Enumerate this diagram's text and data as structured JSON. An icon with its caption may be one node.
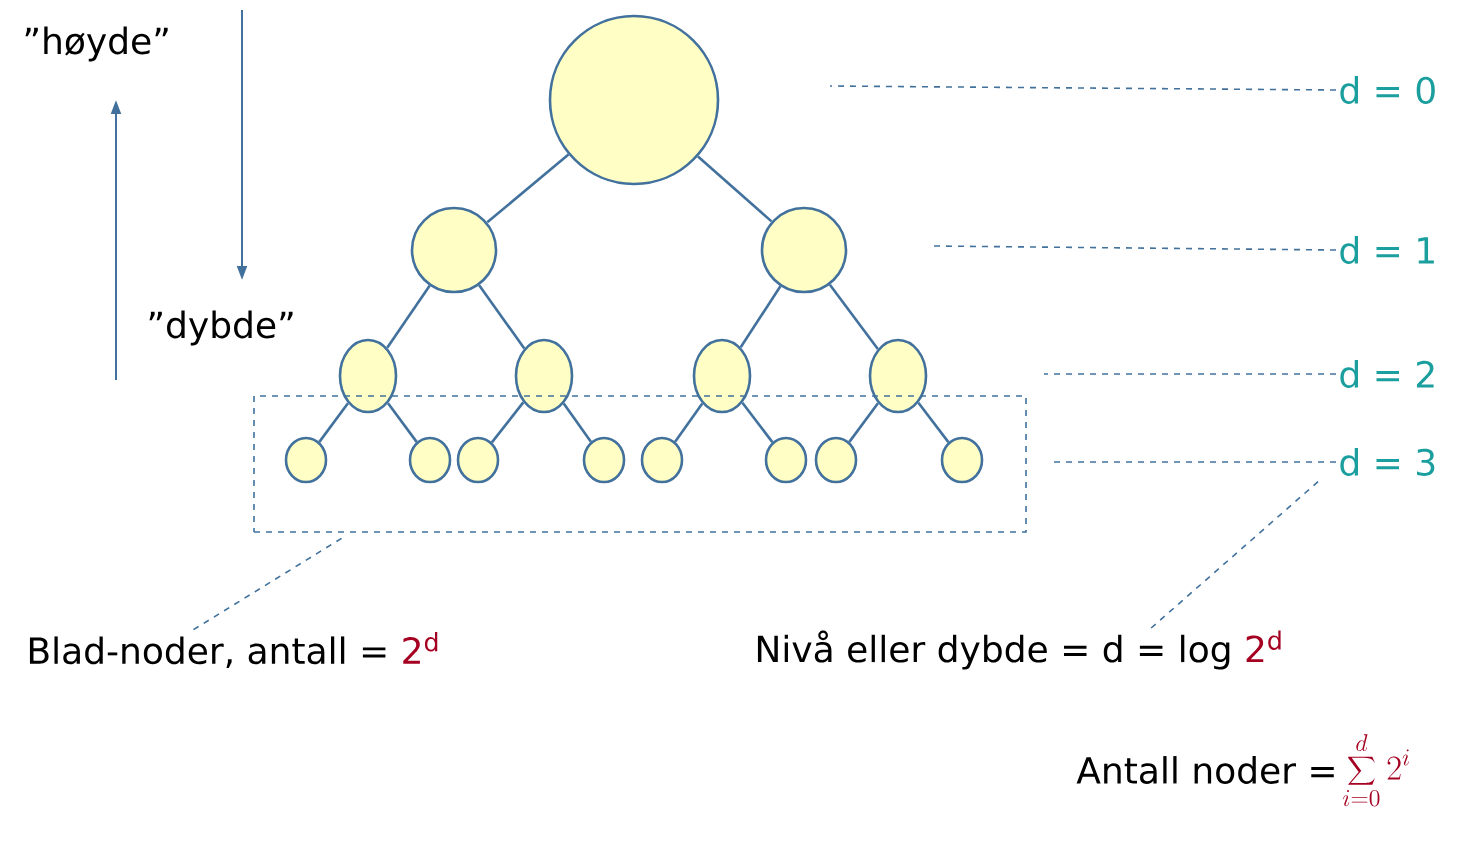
{
  "diagram": {
    "nodes": [
      {
        "text": [],
        "shape": "circle"
      },
      {
        "text": [],
        "shape": "circle"
      },
      {
        "text": [],
        "shape": "circle"
      },
      {
        "text": [],
        "shape": "circle"
      },
      {
        "text": [],
        "shape": "circle"
      },
      {
        "text": [],
        "shape": "circle"
      },
      {
        "text": [],
        "shape": "circle"
      },
      {
        "text": [],
        "shape": "box"
      },
      {
        "text": [],
        "shape": "circle",
        "in": 7
      },
      {
        "text": [],
        "shape": "circle",
        "in": 7
      },
      {
        "text": [],
        "shape": "circle",
        "in": 7
      },
      {
        "text": [],
        "shape": "circle",
        "in": 7
      },
      {
        "text": [],
        "shape": "circle",
        "in": 7
      },
      {
        "text": [],
        "shape": "circle",
        "in": 7
      },
      {
        "text": [],
        "shape": "circle",
        "in": 7
      },
      {
        "text": [],
        "shape": "circle",
        "in": 7
      },
      {
        "text": [
          "d = 0"
        ]
      },
      {
        "text": [
          "d = 1"
        ]
      },
      {
        "text": [
          "d = 2"
        ]
      },
      {
        "text": [
          "d = 3"
        ]
      },
      {
        "text": [
          "Blad-noder, antall =",
          "2$^{d}$"
        ]
      },
      {
        "text": [
          "Nivå eller dybde = d = log",
          "2$^{d}$"
        ]
      }
    ],
    "edges": [
      {
        "from": 0,
        "to": 1,
        "arrow": "none"
      },
      {
        "from": 0,
        "to": 2,
        "arrow": "none"
      },
      {
        "from": 1,
        "to": 3,
        "arrow": "none"
      },
      {
        "from": 1,
        "to": 4,
        "arrow": "none"
      },
      {
        "from": 2,
        "to": 5,
        "arrow": "none"
      },
      {
        "from": 2,
        "to": 6,
        "arrow": "none"
      },
      {
        "from": 3,
        "to": 8,
        "arrow": "none"
      },
      {
        "from": 3,
        "to": 9,
        "arrow": "none"
      },
      {
        "from": 4,
        "to": 10,
        "arrow": "none"
      },
      {
        "from": 4,
        "to": 11,
        "arrow": "none"
      },
      {
        "from": 5,
        "to": 12,
        "arrow": "none"
      },
      {
        "from": 5,
        "to": 13,
        "arrow": "none"
      },
      {
        "from": 6,
        "to": 14,
        "arrow": "none"
      },
      {
        "from": 6,
        "to": 15,
        "arrow": "none"
      },
      {
        "from": 16,
        "to": null,
        "arrow": "none",
        "style": "dashed"
      },
      {
        "from": 17,
        "to": null,
        "arrow": "none",
        "style": "dashed"
      },
      {
        "from": 18,
        "to": null,
        "arrow": "none",
        "style": "dashed"
      },
      {
        "from": 19,
        "to": null,
        "arrow": "none",
        "style": "dashed"
      },
      {
        "from": 20,
        "to": 7,
        "arrow": "none",
        "style": "dashed"
      },
      {
        "from": 21,
        "to": 19,
        "arrow": "none",
        "style": "dashed"
      }
    ],
    "labels": [
      "”høyde”",
      "”dybde”",
      "Antall noder =",
      "\\sum_{i=0}^{d} 2^{i}"
    ]
  }
}
